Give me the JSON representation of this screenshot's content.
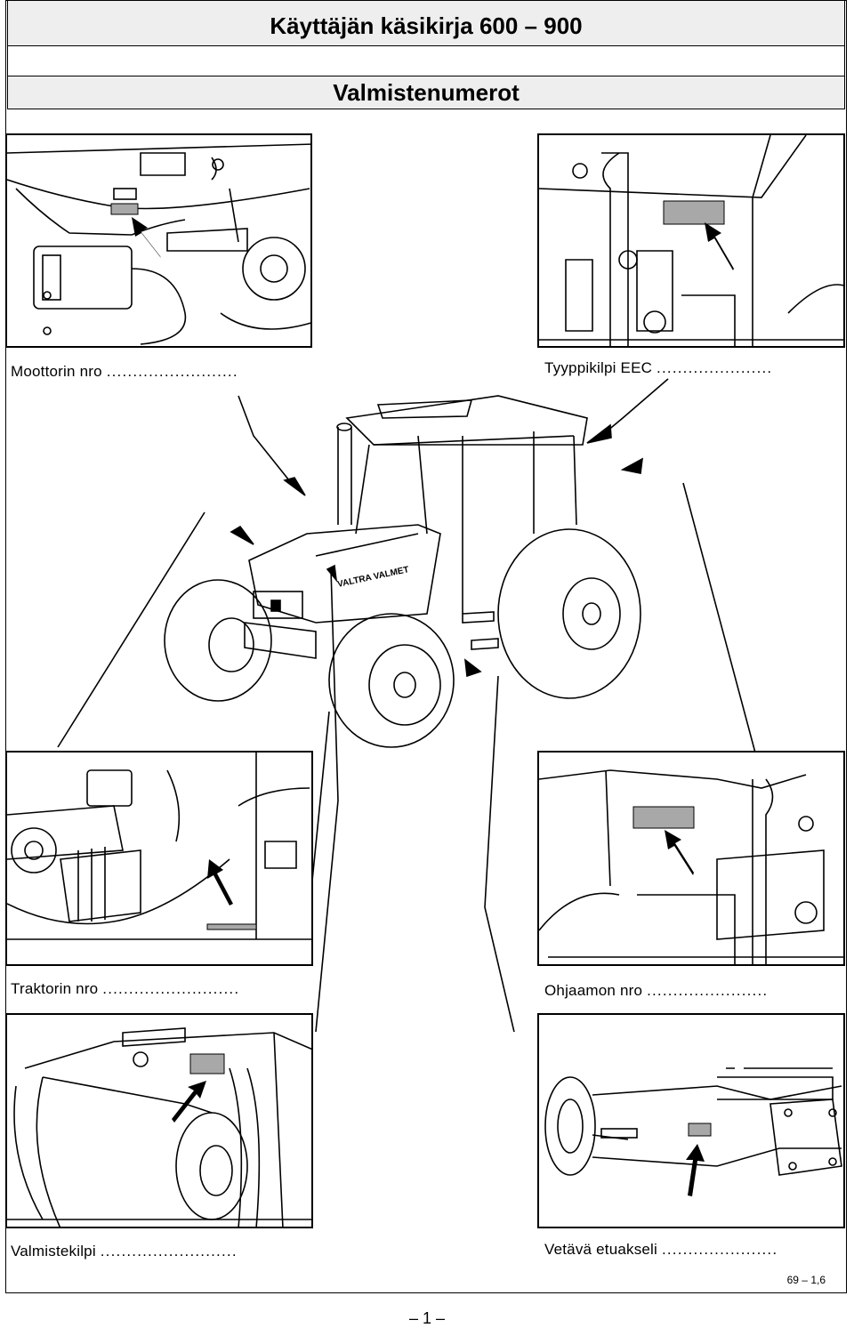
{
  "header": {
    "title": "Käyttäjän käsikirja 600 – 900",
    "subtitle": "Valmistenumerot"
  },
  "panels": {
    "engine": {
      "label": "Moottorin nro",
      "dots": "........................."
    },
    "type_plate": {
      "label": "Tyyppikilpi EEC",
      "dots": "......................"
    },
    "tractor": {
      "label": "Traktorin nro",
      "dots": ".........................."
    },
    "cab": {
      "label": "Ohjaamon nro",
      "dots": "......................."
    },
    "manufacturer_plate": {
      "label": "Valmistekilpi",
      "dots": ".........................."
    },
    "front_axle": {
      "label": "Vetävä etuakseli",
      "dots": "......................"
    }
  },
  "tractor_logo": "VALTRA VALMET",
  "footer": {
    "page_ref": "69 – 1,6",
    "page_number": "– 1 –"
  }
}
